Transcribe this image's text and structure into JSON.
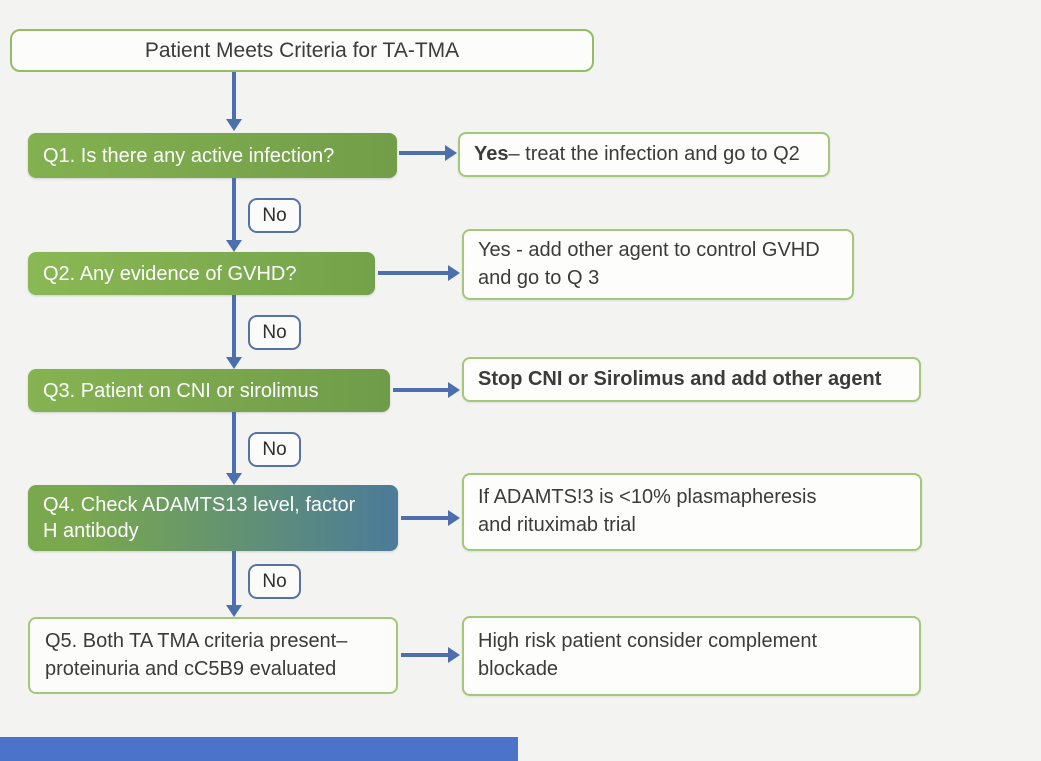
{
  "title": "Patient Meets Criteria for TA-TMA",
  "steps": {
    "q1": {
      "question": "Q1. Is there any active infection?",
      "answer_bold": "Yes",
      "answer_text": "– treat the infection and go to Q2",
      "no_label": "No"
    },
    "q2": {
      "question": "Q2. Any evidence of GVHD?",
      "answer_text": "Yes - add other agent to control GVHD and go to Q 3",
      "no_label": "No"
    },
    "q3": {
      "question": "Q3. Patient on CNI or sirolimus",
      "answer_text": "Stop CNI or Sirolimus and add other agent",
      "no_label": "No"
    },
    "q4": {
      "question": "Q4. Check ADAMTS13 level, factor H antibody",
      "answer_text": "If ADAMTS!3 is <10% plasmapheresis and rituximab trial",
      "no_label": "No"
    },
    "q5": {
      "question": "Q5. Both TA TMA criteria present– proteinuria and cC5B9 evaluated",
      "answer_text": "High risk patient consider complement blockade"
    }
  },
  "colors": {
    "background": "#f3f3f1",
    "arrow_blue": "#4d6fae",
    "green_light": "#8ab854",
    "green_dark": "#6f9c48",
    "teal_blue": "#4b7b99",
    "box_border_green": "#a3c878",
    "title_border_green": "#93bd62",
    "no_border_blue": "#5572a5",
    "bottom_bar_blue": "#4a73c9",
    "text_dark": "#3b3b3b",
    "text_white": "#ffffff"
  }
}
